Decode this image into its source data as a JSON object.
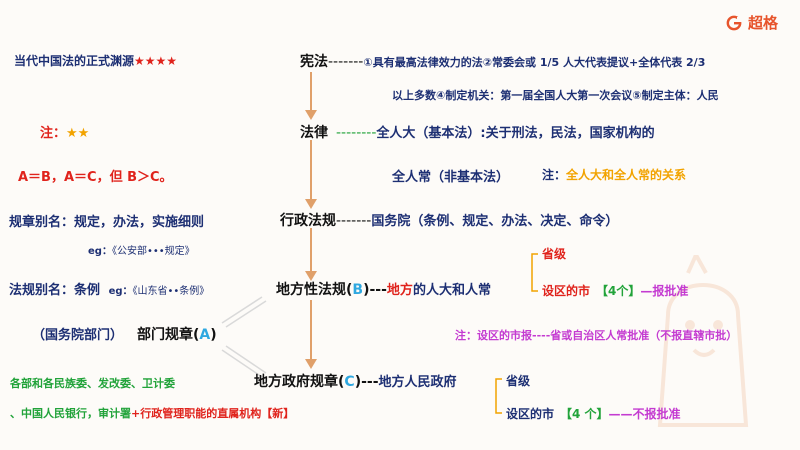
{
  "brand": {
    "name": "超格",
    "icon": "brand-g-icon"
  },
  "colors": {
    "red": "#e0231c",
    "navy": "#1d2f73",
    "blue": "#2fa8e0",
    "orange": "#f2a300",
    "green": "#22a33a",
    "purple": "#c43bd1",
    "arrow": "#e0a06a"
  },
  "left": {
    "sources_title": "当代中国法的正式渊源",
    "sources_stars": "★★★★",
    "note_label": "注：",
    "note_stars": "★★",
    "equation": "A＝B，A＝C，但 B＞C。",
    "rule_alias": "规章别名：规定，办法，实施细则",
    "rule_eg_label": "eg：",
    "rule_eg_text": "《公安部•••规定》",
    "reg_alias_label": "法规别名：",
    "reg_alias_value": "条例",
    "reg_eg_label": "eg：",
    "reg_eg_text": "《山东省••条例》",
    "state_council_dept": "（国务院部门）",
    "ministries_line1": "各部和各民族委、发改委、卫计委",
    "ministries_line2a": "、中国人民银行，审计署",
    "ministries_line2b": "+行政管理职能的直属机构【新】"
  },
  "hierarchy": {
    "constitution": {
      "title": "宪法",
      "dashes": "-------",
      "line1": "①具有最高法律效力的法②常委会或 1/5 人大代表提议+全体代表 2/3",
      "line2": "以上多数④制定机关：第一届全国人大第一次会议⑤制定主体：人民"
    },
    "law": {
      "title": "法律",
      "dashes": "--------",
      "text": "全人大（基本法）:关于刑法，民法，国家机构的",
      "npcsc": "全人常（非基本法）",
      "note_label": "注：",
      "note_text": "全人大和全人常的关系"
    },
    "admin_reg": {
      "title": "行政法规",
      "dashes": "-------",
      "text": "国务院（条例、规定、办法、决定、命令）"
    },
    "local_reg": {
      "title_a": "地方性法规(",
      "title_b": "B",
      "title_c": ")---",
      "text_red": "地方",
      "text_rest": "的人大和人常",
      "prov": "省级",
      "city": "设区的市",
      "count": "【4个】",
      "approve": "—报批准",
      "note": "注：设区的市报----省或自治区人常批准（不报直辖市批）"
    },
    "dept_rule": {
      "title_a": "部门规章(",
      "title_b": "A",
      "title_c": ")"
    },
    "local_gov_rule": {
      "title_a": "地方政府规章(",
      "title_b": "C",
      "title_c": ")---",
      "text": "地方人民政府",
      "prov": "省级",
      "city": "设区的市",
      "count": "【4 个】",
      "approve": "——不报批准"
    }
  }
}
